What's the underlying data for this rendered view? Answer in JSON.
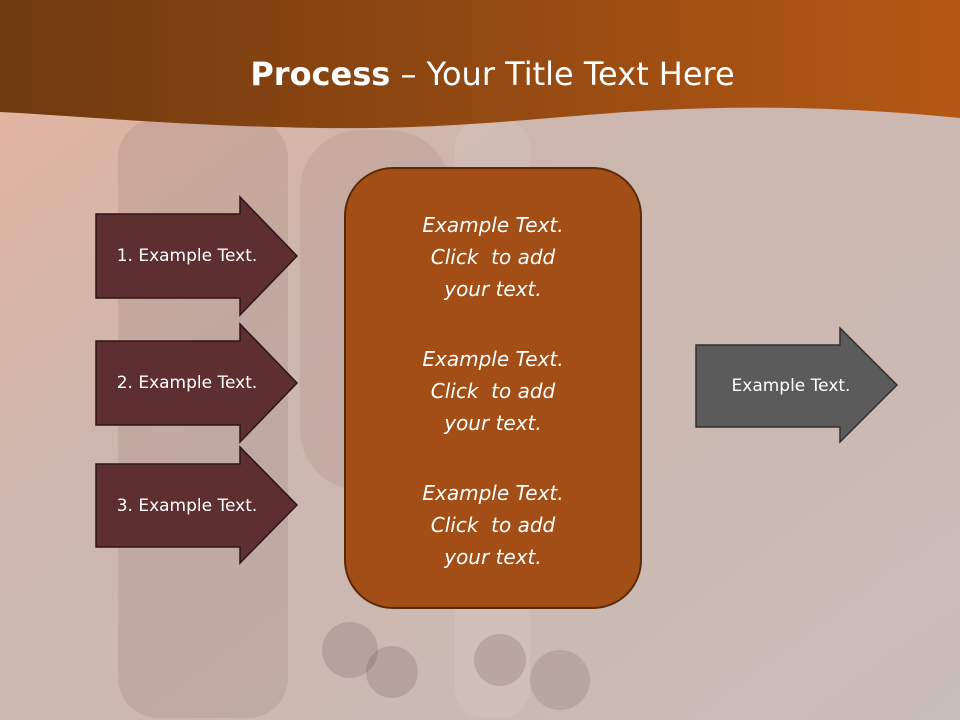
{
  "title": {
    "bold": "Process",
    "rest": " – Your Title Text Here"
  },
  "left_arrows": [
    {
      "label": "1. Example Text."
    },
    {
      "label": "2. Example Text."
    },
    {
      "label": "3. Example Text."
    }
  ],
  "center_box": {
    "blocks": [
      {
        "lines": [
          "Example Text.",
          "Click  to add",
          "your text."
        ]
      },
      {
        "lines": [
          "Example Text.",
          "Click  to add",
          "your text."
        ]
      },
      {
        "lines": [
          "Example Text.",
          "Click  to add",
          "your text."
        ]
      }
    ]
  },
  "right_arrow": {
    "label": "Example Text."
  },
  "colors": {
    "header_left": "#6f3a10",
    "header_right": "#b65814",
    "left_arrow_fill": "#5e2f31",
    "center_box_fill": "#a24e16",
    "right_arrow_fill": "#5b5b5b"
  }
}
